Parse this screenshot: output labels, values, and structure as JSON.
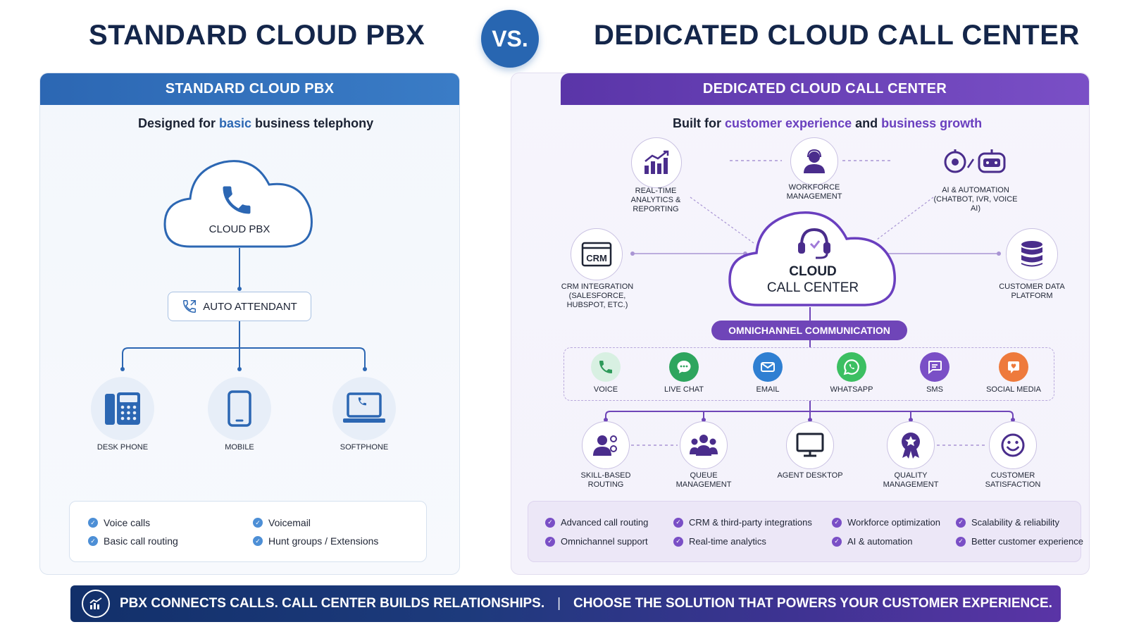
{
  "titles": {
    "left": "STANDARD CLOUD PBX",
    "vs": "VS.",
    "right": "DEDICATED CLOUD CALL CENTER"
  },
  "left_panel": {
    "header": "STANDARD CLOUD PBX",
    "subtitle_pre": "Designed for ",
    "subtitle_hl": "basic",
    "subtitle_post": " business telephony",
    "cloud_label": "CLOUD PBX",
    "auto_attendant": "AUTO ATTENDANT",
    "devices": [
      {
        "label": "DESK PHONE",
        "icon": "desk-phone-icon"
      },
      {
        "label": "MOBILE",
        "icon": "mobile-icon"
      },
      {
        "label": "SOFTPHONE",
        "icon": "softphone-icon"
      }
    ],
    "checklist": [
      "Voice calls",
      "Voicemail",
      "Basic call routing",
      "Hunt groups / Extensions"
    ]
  },
  "right_panel": {
    "header": "DEDICATED CLOUD CALL CENTER",
    "subtitle_pre": "Built for ",
    "subtitle_hl1": "customer experience",
    "subtitle_mid": " and ",
    "subtitle_hl2": "business growth",
    "cloud_line1": "CLOUD",
    "cloud_line2": "CALL CENTER",
    "top_features": [
      {
        "label": "REAL-TIME ANALYTICS & REPORTING",
        "icon": "analytics-icon"
      },
      {
        "label": "WORKFORCE MANAGEMENT",
        "icon": "agent-icon"
      },
      {
        "label": "AI & AUTOMATION (CHATBOT, IVR, VOICE AI)",
        "icon": "robot-icon"
      }
    ],
    "side_features": [
      {
        "label": "CRM INTEGRATION (SALESFORCE, HUBSPOT, ETC.)",
        "icon": "crm-icon",
        "icon_text": "CRM"
      },
      {
        "label": "CUSTOMER DATA PLATFORM",
        "icon": "database-icon"
      }
    ],
    "omnichannel": "OMNICHANNEL COMMUNICATION",
    "channels": [
      {
        "label": "VOICE",
        "icon": "phone-icon",
        "color": "#2e9a5a",
        "bg": "#d8f0e2"
      },
      {
        "label": "LIVE CHAT",
        "icon": "chat-icon",
        "color": "#ffffff",
        "bg": "#2ea55e"
      },
      {
        "label": "EMAIL",
        "icon": "email-icon",
        "color": "#ffffff",
        "bg": "#2f7fd2"
      },
      {
        "label": "WHATSAPP",
        "icon": "whatsapp-icon",
        "color": "#ffffff",
        "bg": "#3cbf62"
      },
      {
        "label": "SMS",
        "icon": "sms-icon",
        "color": "#ffffff",
        "bg": "#7a4fc6"
      },
      {
        "label": "SOCIAL MEDIA",
        "icon": "social-media-icon",
        "color": "#ffffff",
        "bg": "#ee7a3c"
      }
    ],
    "bottom_features": [
      {
        "label": "SKILL-BASED ROUTING",
        "icon": "skill-routing-icon"
      },
      {
        "label": "QUEUE MANAGEMENT",
        "icon": "queue-icon"
      },
      {
        "label": "AGENT DESKTOP",
        "icon": "desktop-icon"
      },
      {
        "label": "QUALITY MANAGEMENT",
        "icon": "award-icon"
      },
      {
        "label": "CUSTOMER SATISFACTION",
        "icon": "smiley-icon"
      }
    ],
    "checklist": [
      "Advanced call routing",
      "CRM & third-party integrations",
      "Workforce optimization",
      "Scalability & reliability",
      "Omnichannel support",
      "Real-time analytics",
      "AI & automation",
      "Better customer experience"
    ]
  },
  "footer": {
    "left": "PBX CONNECTS CALLS. CALL CENTER BUILDS RELATIONSHIPS.",
    "separator": "|",
    "right": "CHOOSE THE SOLUTION THAT POWERS YOUR CUSTOMER EXPERIENCE.",
    "icon": "growth-chart-icon"
  },
  "colors": {
    "blue": "#2c67b3",
    "purple": "#6a3fbf",
    "navy": "#14264a"
  }
}
